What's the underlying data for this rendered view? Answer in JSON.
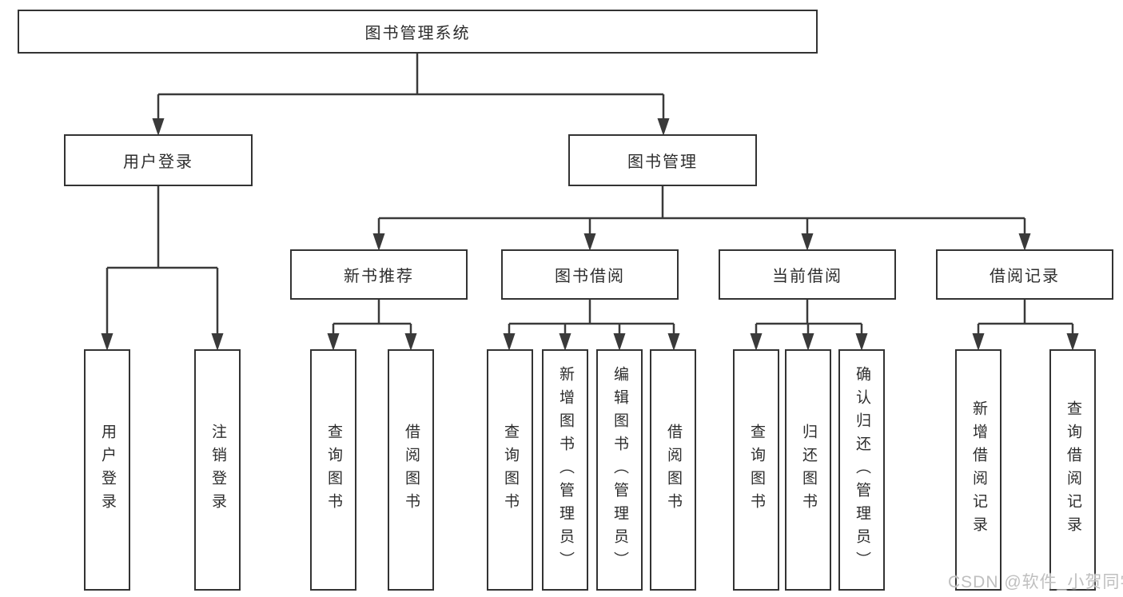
{
  "tree": {
    "label": "图书管理系统",
    "children": [
      {
        "label": "用户登录",
        "children": [
          {
            "label": "用户登录"
          },
          {
            "label": "注销登录"
          }
        ]
      },
      {
        "label": "图书管理",
        "children": [
          {
            "label": "新书推荐",
            "children": [
              {
                "label": "查询图书"
              },
              {
                "label": "借阅图书"
              }
            ]
          },
          {
            "label": "图书借阅",
            "children": [
              {
                "label": "查询图书"
              },
              {
                "label": "新增图书（管理员）"
              },
              {
                "label": "编辑图书（管理员）"
              },
              {
                "label": "借阅图书"
              }
            ]
          },
          {
            "label": "当前借阅",
            "children": [
              {
                "label": "查询图书"
              },
              {
                "label": "归还图书"
              },
              {
                "label": "确认归还（管理员）"
              }
            ]
          },
          {
            "label": "借阅记录",
            "children": [
              {
                "label": "新增借阅记录"
              },
              {
                "label": "查询借阅记录"
              }
            ]
          }
        ]
      }
    ]
  },
  "watermark": {
    "text": "CSDN @软件_小贺同学"
  },
  "colors": {
    "line": "#3a3a3a",
    "box_border": "#333333",
    "text": "#2d2d2d",
    "watermark": "#bfbfbf",
    "background": "#ffffff"
  }
}
